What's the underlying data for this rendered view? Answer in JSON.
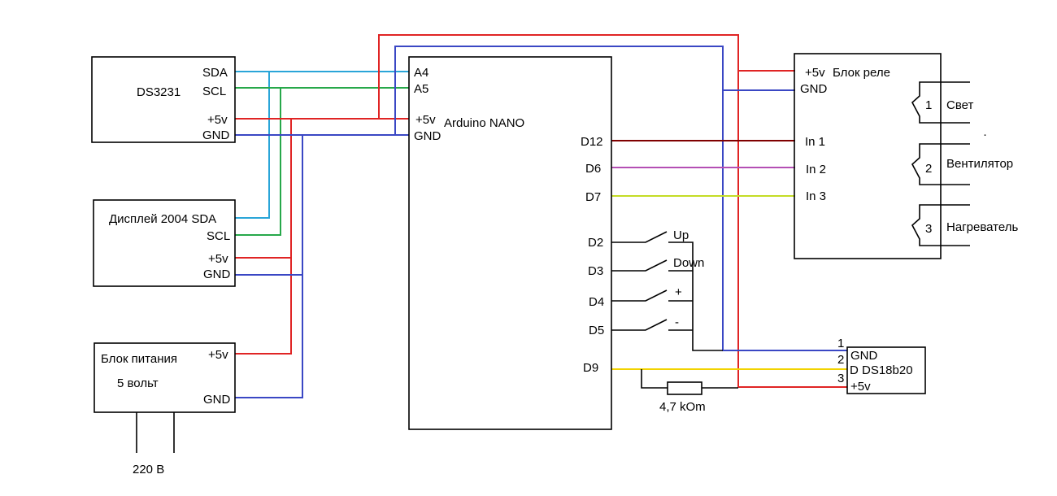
{
  "wire_colors": {
    "sda": "#2aa5d8",
    "scl": "#27a84a",
    "plus5v": "#e02424",
    "gnd": "#3a47c4",
    "d12": "#800000",
    "d6": "#b44fb4",
    "d7": "#c4dc26",
    "d9": "#f2d300",
    "switch": "#000000"
  },
  "ds3231": {
    "name": "DS3231",
    "sda": "SDA",
    "scl": "SCL",
    "v5": "+5v",
    "gnd": "GND"
  },
  "display": {
    "name": "Дисплей 2004 SDA",
    "scl": "SCL",
    "v5": "+5v",
    "gnd": "GND"
  },
  "power": {
    "name": "Блок питания",
    "subtitle": "5 вольт",
    "v5": "+5v",
    "gnd": "GND",
    "mains": "220 В"
  },
  "arduino": {
    "name": "Arduino NANO",
    "a4": "A4",
    "a5": "A5",
    "v5": "+5v",
    "gnd": "GND",
    "d12": "D12",
    "d6": "D6",
    "d7": "D7",
    "d2": "D2",
    "d3": "D3",
    "d4": "D4",
    "d5": "D5",
    "d9": "D9"
  },
  "buttons": {
    "up": "Up",
    "down": "Down",
    "plus": "+",
    "minus": "-"
  },
  "relay": {
    "name": "Блок реле",
    "v5": "+5v",
    "gnd": "GND",
    "in1": "In 1",
    "in2": "In 2",
    "in3": "In 3",
    "ch1": "1",
    "ch2": "2",
    "ch3": "3",
    "load1": "Свет",
    "load2": "Вентилятор",
    "load3": "Нагреватель",
    "dot": "·"
  },
  "sensor": {
    "name": "D  DS18b20",
    "gnd": "GND",
    "v5": "+5v",
    "pin1": "1",
    "pin2": "2",
    "pin3": "3"
  },
  "resistor": {
    "label": "4,7 kOm"
  }
}
